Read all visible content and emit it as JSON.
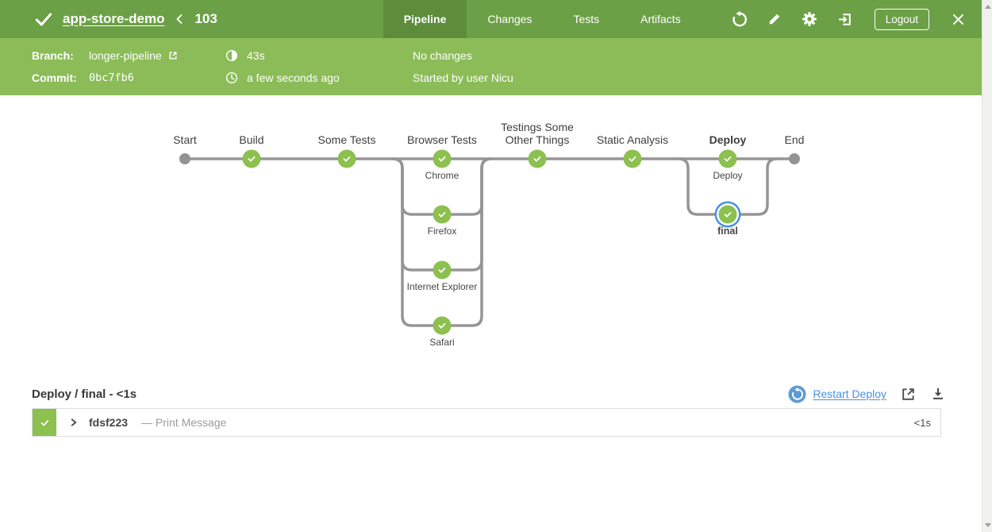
{
  "header": {
    "project": "app-store-demo",
    "run_number": "103",
    "tabs": [
      {
        "label": "Pipeline",
        "active": true
      },
      {
        "label": "Changes",
        "active": false
      },
      {
        "label": "Tests",
        "active": false
      },
      {
        "label": "Artifacts",
        "active": false
      }
    ],
    "logout_label": "Logout"
  },
  "run_info": {
    "branch_label": "Branch:",
    "branch_value": "longer-pipeline",
    "commit_label": "Commit:",
    "commit_value": "0bc7fb6",
    "duration": "43s",
    "started_ago": "a few seconds ago",
    "changes": "No changes",
    "trigger": "Started by user Nicu"
  },
  "graph": {
    "status": "success",
    "columns": [
      "Start",
      "Build",
      "Some Tests",
      "Browser Tests",
      "Testings Some Other Things",
      "Static Analysis",
      "Deploy",
      "End"
    ],
    "branch_labels": {
      "chrome": "Chrome",
      "firefox": "Firefox",
      "internet_explorer": "Internet Explorer",
      "safari": "Safari",
      "deploy": "Deploy",
      "final": "final"
    },
    "selected_node": "final"
  },
  "detail": {
    "title": "Deploy / final - <1s",
    "restart_label": "Restart Deploy",
    "step": {
      "id": "fdsf223",
      "description": "— Print Message",
      "duration": "<1s"
    }
  },
  "icons": {
    "run-status": "✓",
    "back-chevron": "‹",
    "rerun": "↺",
    "edit": "✎",
    "settings": "⚙",
    "exit": "⎆",
    "close": "✕",
    "external-link": "⧉",
    "duration": "◑",
    "clock": "◷",
    "restart": "↻",
    "open-in-new": "⧉",
    "download": "⤓",
    "expand": "›",
    "node-check": "✓"
  },
  "colors": {
    "header_green": "#6ca046",
    "active_tab_green": "#5d8c3b",
    "subheader_green": "#8bbc57",
    "success_green": "#8cc04f",
    "edge_gray": "#959595",
    "terminal_gray": "#949393",
    "selected_ring_blue": "#4a90e2",
    "link_blue": "#4a90e2",
    "restart_icon_blue": "#5f9bd3"
  }
}
